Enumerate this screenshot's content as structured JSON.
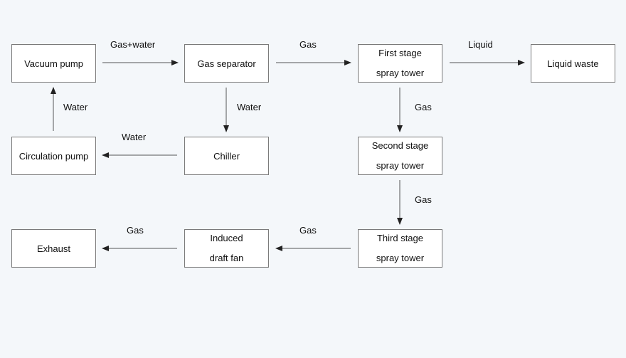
{
  "nodes": {
    "vacuum_pump": {
      "line1": "Vacuum pump"
    },
    "gas_separator": {
      "line1": "Gas separator"
    },
    "first_spray_tower": {
      "line1": "First stage",
      "line2": "spray tower"
    },
    "liquid_waste": {
      "line1": "Liquid waste"
    },
    "circulation_pump": {
      "line1": "Circulation pump"
    },
    "chiller": {
      "line1": "Chiller"
    },
    "second_spray_tower": {
      "line1": "Second stage",
      "line2": "spray tower"
    },
    "exhaust": {
      "line1": "Exhaust"
    },
    "induced_draft_fan": {
      "line1": "Induced",
      "line2": "draft fan"
    },
    "third_spray_tower": {
      "line1": "Third stage",
      "line2": "spray tower"
    }
  },
  "edges": {
    "vacuum_to_separator": "Gas+water",
    "separator_to_tower1": "Gas",
    "tower1_to_waste": "Liquid",
    "circulation_to_vacuum": "Water",
    "separator_to_chiller": "Water",
    "chiller_to_circulation": "Water",
    "tower1_to_tower2": "Gas",
    "tower2_to_tower3": "Gas",
    "tower3_to_fan": "Gas",
    "fan_to_exhaust": "Gas"
  },
  "colors": {
    "background": "#f4f7fa",
    "box_border": "#7a7a7a",
    "arrow": "#222222"
  }
}
